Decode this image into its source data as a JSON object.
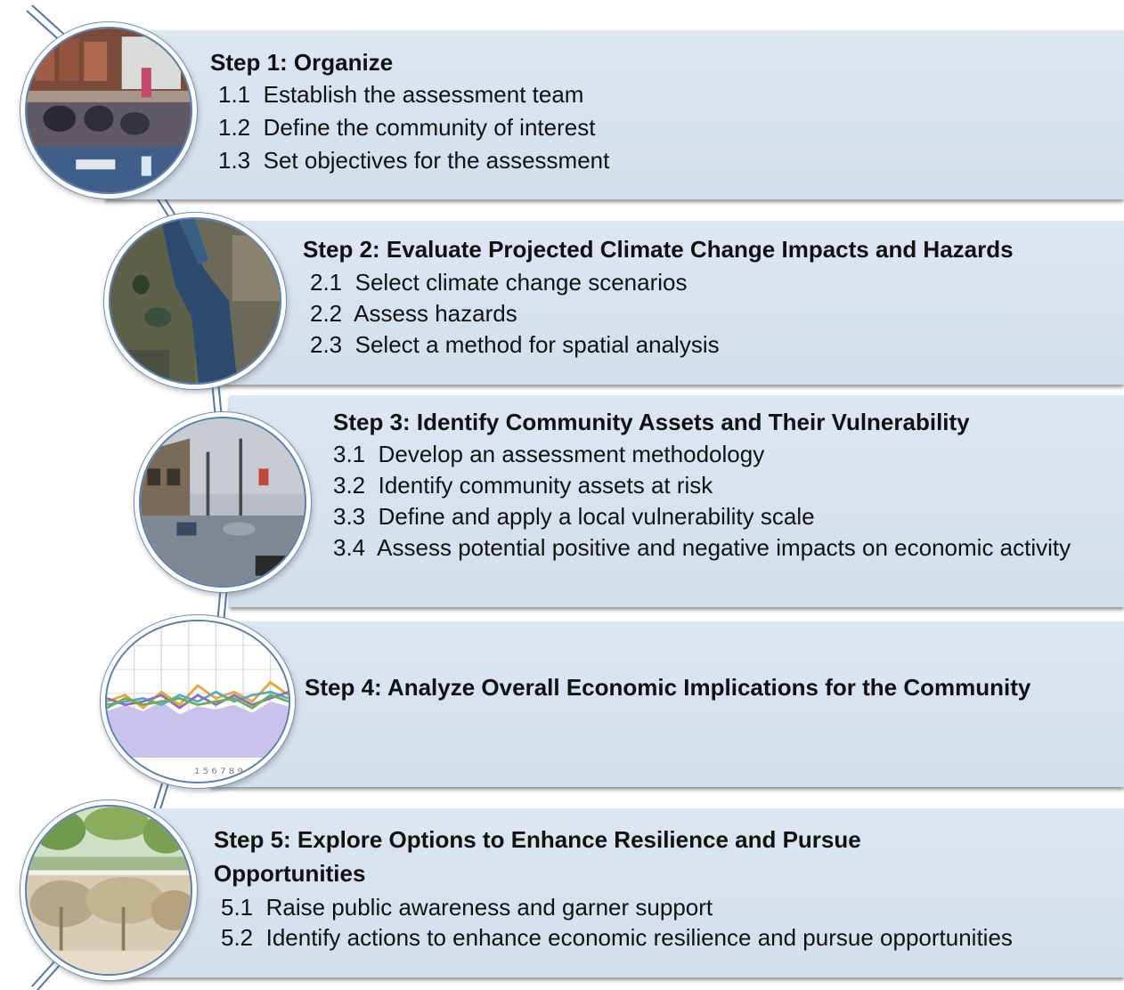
{
  "steps": [
    {
      "title": "Step 1: Organize",
      "items": [
        {
          "num": "1.1",
          "text": "Establish the assessment team"
        },
        {
          "num": "1.2",
          "text": "Define the community of interest"
        },
        {
          "num": "1.3",
          "text": "Set objectives for the assessment"
        }
      ]
    },
    {
      "title": "Step 2: Evaluate Projected Climate Change Impacts and Hazards",
      "items": [
        {
          "num": "2.1",
          "text": "Select climate change scenarios"
        },
        {
          "num": "2.2",
          "text": "Assess hazards"
        },
        {
          "num": "2.3",
          "text": "Select a method for spatial analysis"
        }
      ]
    },
    {
      "title": "Step 3: Identify Community Assets and Their Vulnerability",
      "items": [
        {
          "num": "3.1",
          "text": "Develop an assessment methodology"
        },
        {
          "num": "3.2",
          "text": "Identify community assets at risk"
        },
        {
          "num": "3.3",
          "text": "Define and apply a local vulnerability scale"
        },
        {
          "num": "3.4",
          "text": "Assess potential positive and negative impacts on economic activity"
        }
      ]
    },
    {
      "title": "Step 4: Analyze Overall Economic Implications for the Community",
      "items": []
    },
    {
      "title": "Step 5: Explore Options to Enhance Resilience and Pursue Opportunities",
      "items": [
        {
          "num": "5.1",
          "text": "Raise public awareness and garner support"
        },
        {
          "num": "5.2",
          "text": "Identify actions to enhance economic resilience and pursue opportunities"
        }
      ]
    }
  ],
  "chart_thumbnail_ticks": "1 5 6 7 8 9",
  "colors": {
    "panel": "#d9e2ee",
    "ring": "#5b80b0",
    "connector": "#4f77ab"
  },
  "icons": [
    "meeting-photo",
    "satellite-map-photo",
    "flooded-street-photo",
    "line-chart-thumbnail",
    "tree-lined-path-photo"
  ]
}
